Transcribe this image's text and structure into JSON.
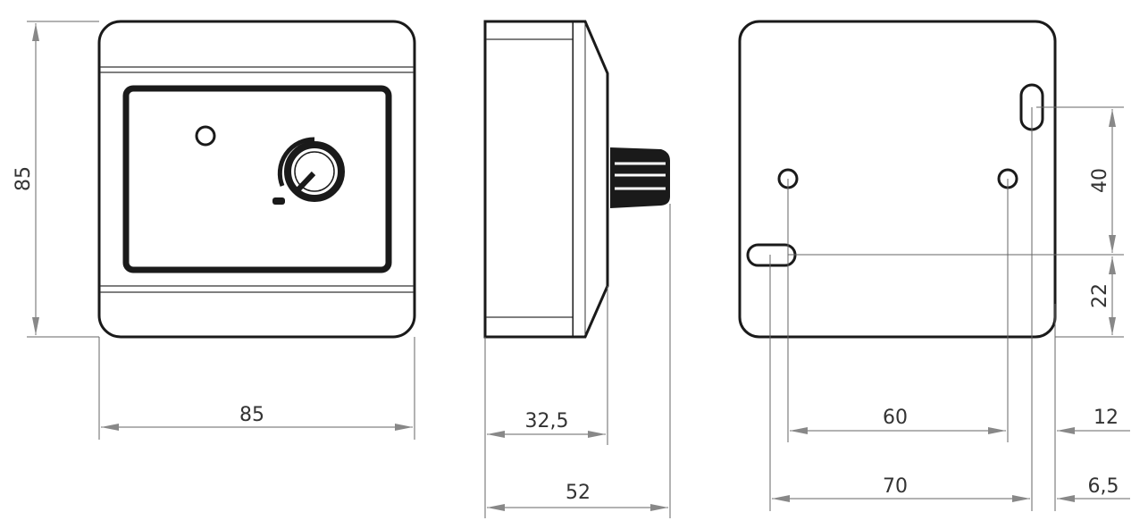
{
  "title": "Device dimension drawing",
  "front_view": {
    "height_label": "85",
    "width_label": "85"
  },
  "side_view": {
    "depth_label": "32,5",
    "total_depth_label": "52"
  },
  "back_view": {
    "hole_spacing_label": "60",
    "hole_offset_label": "12",
    "slot_spacing_label": "70",
    "slot_offset_label": "6,5",
    "slot_vertical_label": "40",
    "slot_bottom_label": "22"
  }
}
